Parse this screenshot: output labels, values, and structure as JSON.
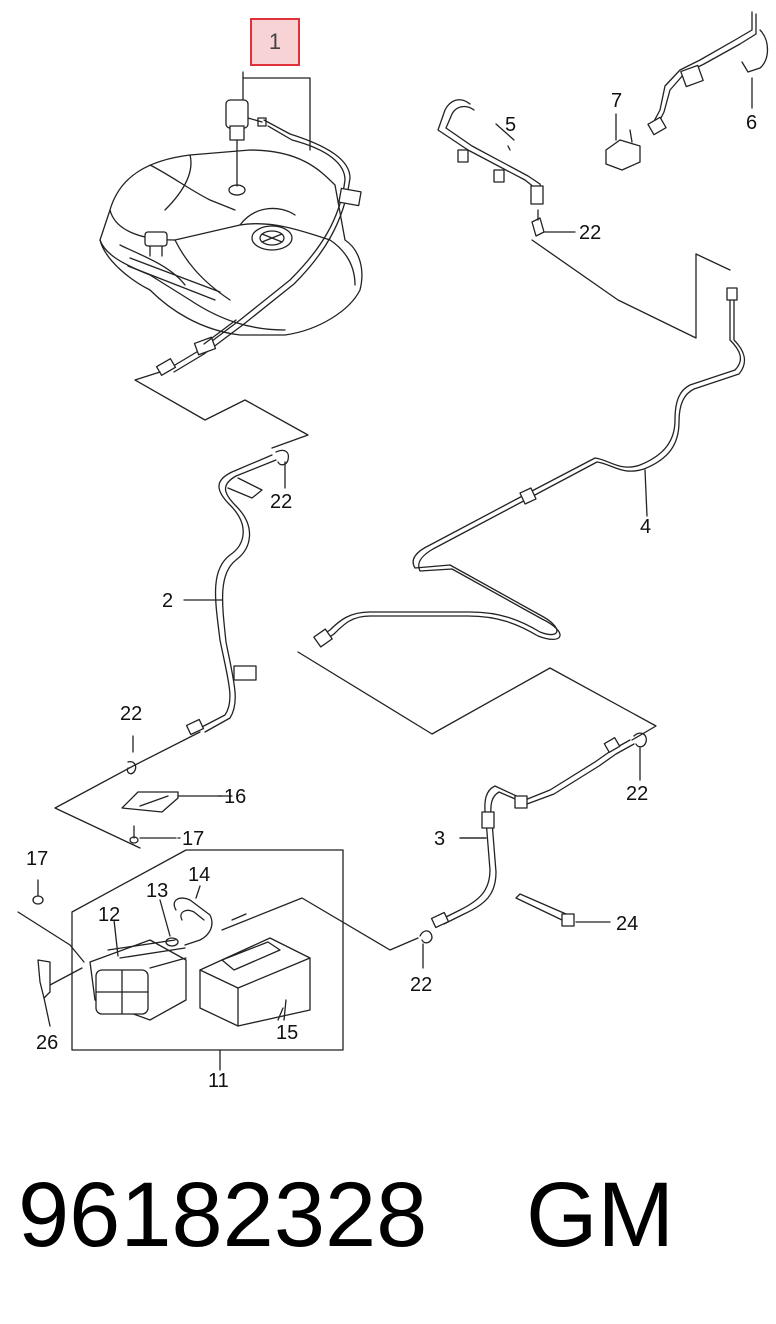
{
  "callouts": {
    "c1": "1",
    "c2": "2",
    "c3": "3",
    "c4": "4",
    "c5": "5",
    "c6": "6",
    "c7": "7",
    "c11": "11",
    "c12": "12",
    "c13": "13",
    "c14": "14",
    "c15": "15",
    "c16": "16",
    "c17a": "17",
    "c17b": "17",
    "c22a": "22",
    "c22b": "22",
    "c22c": "22",
    "c22d": "22",
    "c22e": "22",
    "c24": "24",
    "c26": "26"
  },
  "footer": {
    "part_number": "96182328",
    "brand": "GM"
  },
  "colors": {
    "highlight_border": "#e0303a",
    "highlight_fill": "#f8d3d6",
    "line": "#222222"
  }
}
